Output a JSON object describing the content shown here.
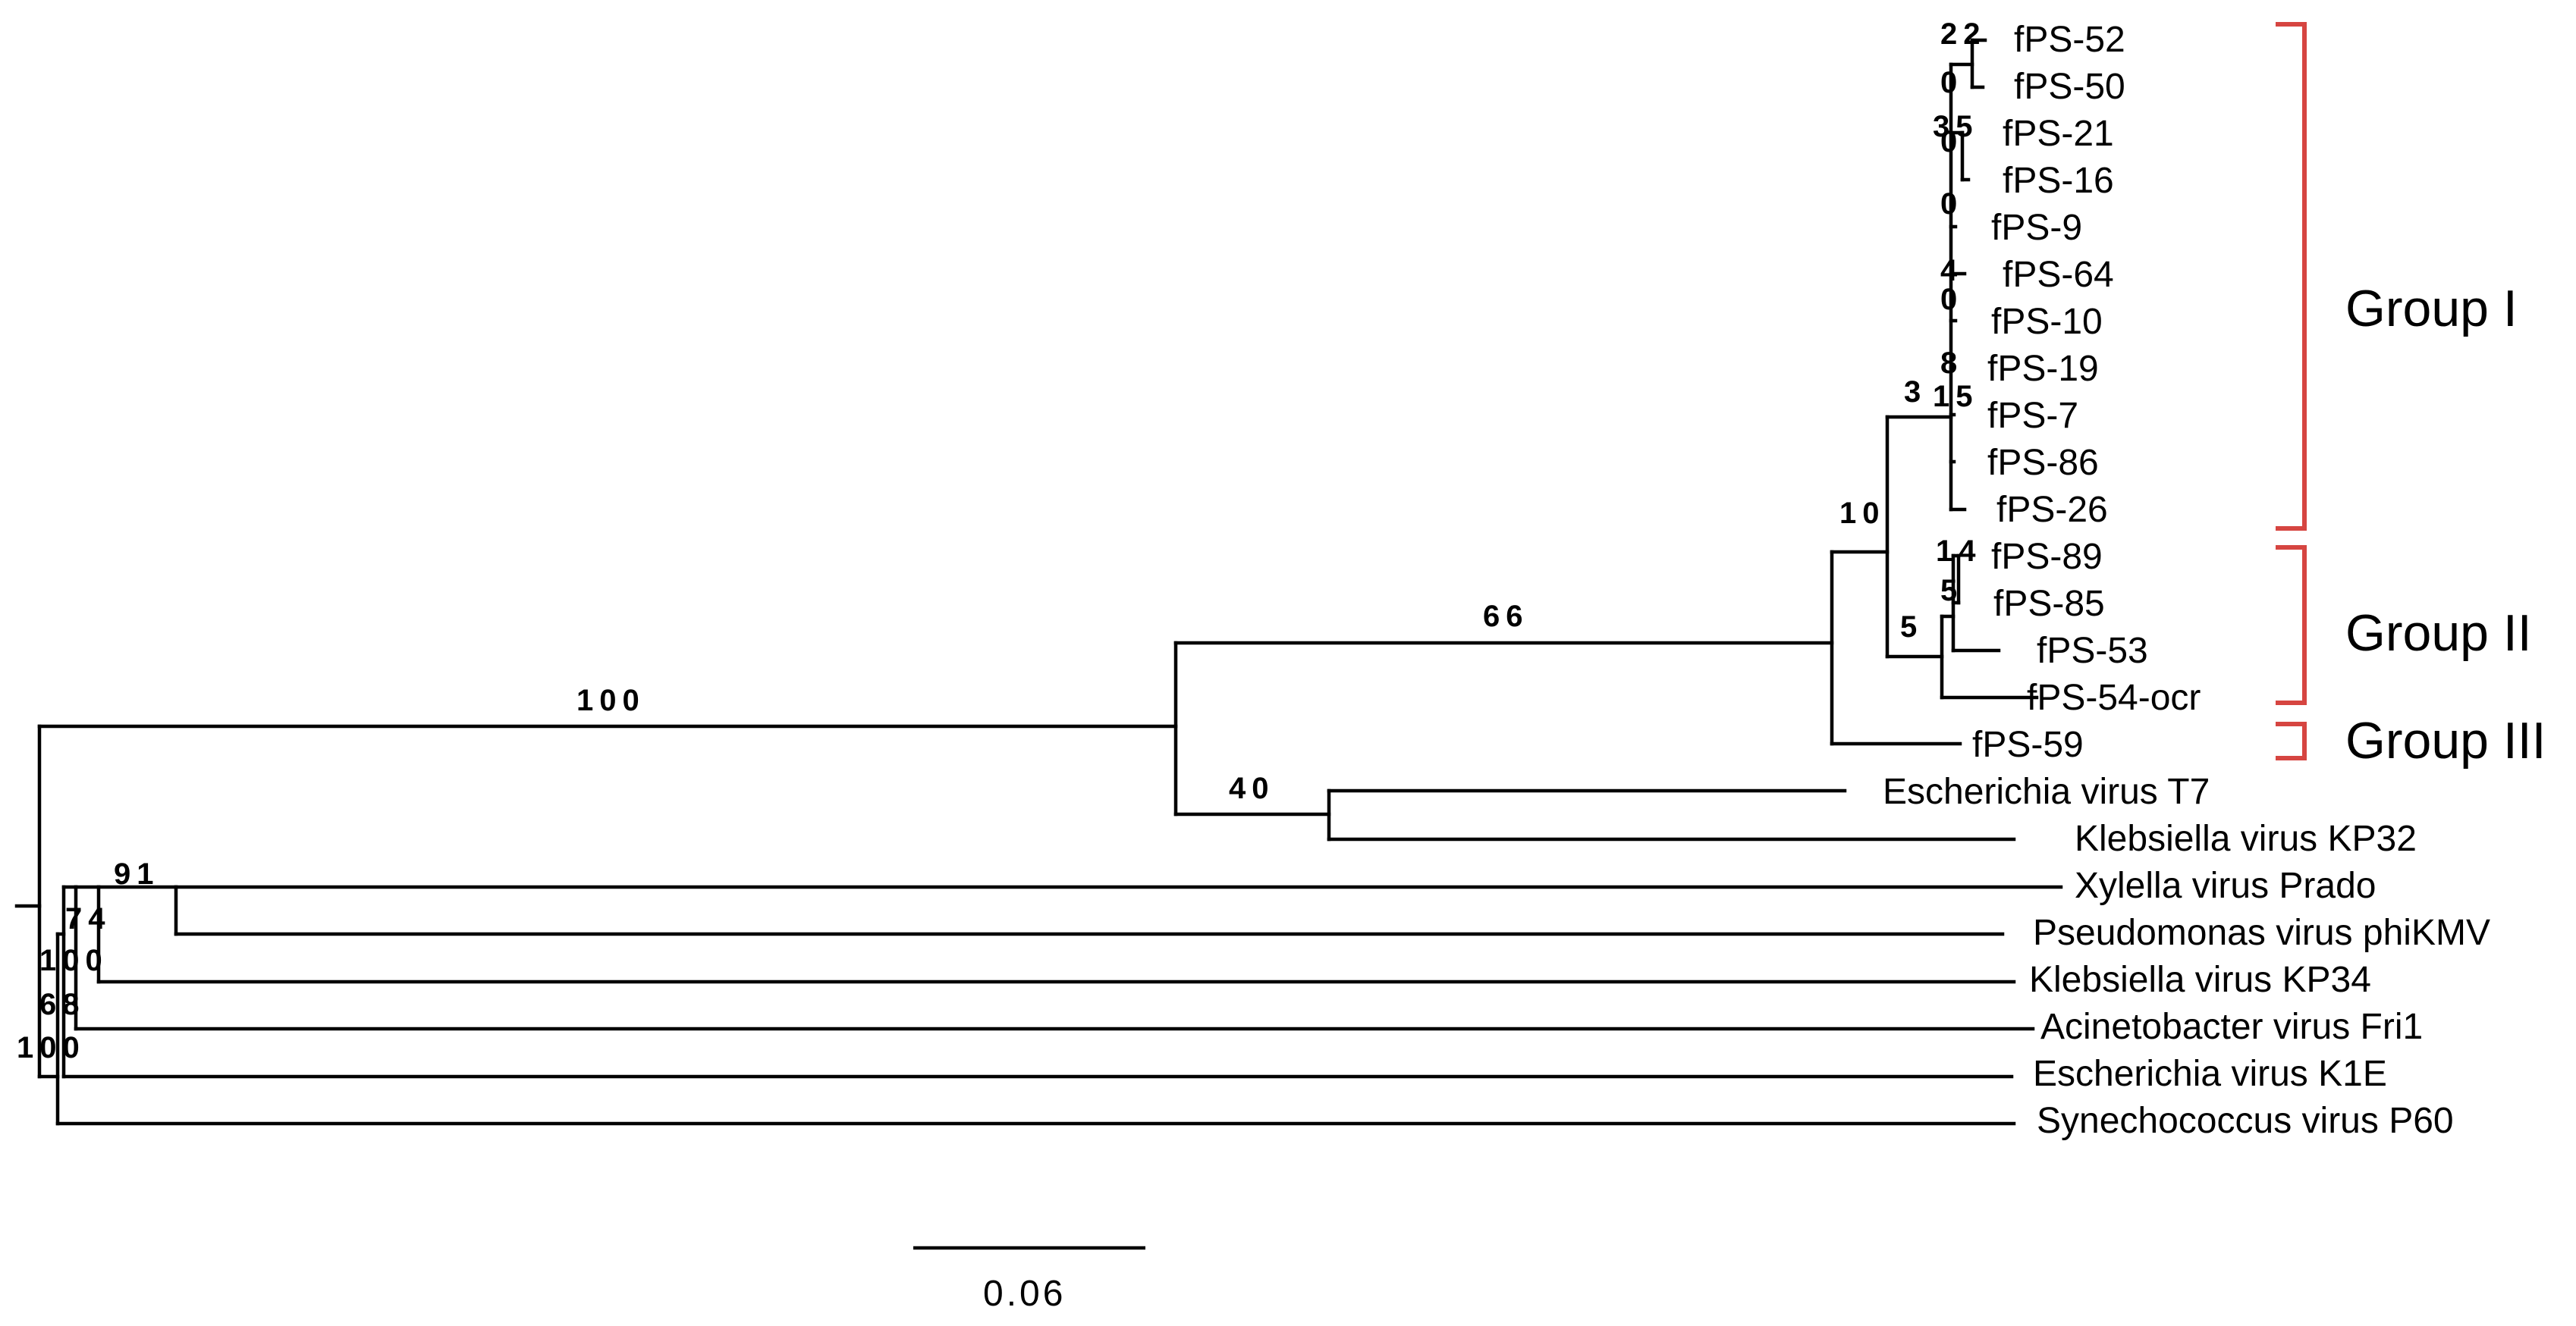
{
  "leaves": [
    "fPS-52",
    "fPS-50",
    "fPS-21",
    "fPS-16",
    "fPS-9",
    "fPS-64",
    "fPS-10",
    "fPS-19",
    "fPS-7",
    "fPS-86",
    "fPS-26",
    "fPS-89",
    "fPS-85",
    "fPS-53",
    "fPS-54-ocr",
    "fPS-59",
    "Escherichia virus T7",
    "Klebsiella virus KP32",
    "Xylella virus Prado",
    "Pseudomonas virus phiKMV",
    "Klebsiella virus KP34",
    "Acinetobacter virus Fri1",
    "Escherichia virus K1E",
    "Synechococcus virus P60"
  ],
  "support_values": [
    "22",
    "0",
    "35",
    "0",
    "0",
    "4",
    "0",
    "8",
    "3",
    "15",
    "10",
    "14",
    "5",
    "5",
    "66",
    "100",
    "40",
    "91",
    "74",
    "100",
    "68",
    "100"
  ],
  "groups": [
    {
      "label": "Group I",
      "color": "#d64541"
    },
    {
      "label": "Group II",
      "color": "#d64541"
    },
    {
      "label": "Group III",
      "color": "#d64541"
    }
  ],
  "scale_bar": {
    "label": "0.06"
  }
}
